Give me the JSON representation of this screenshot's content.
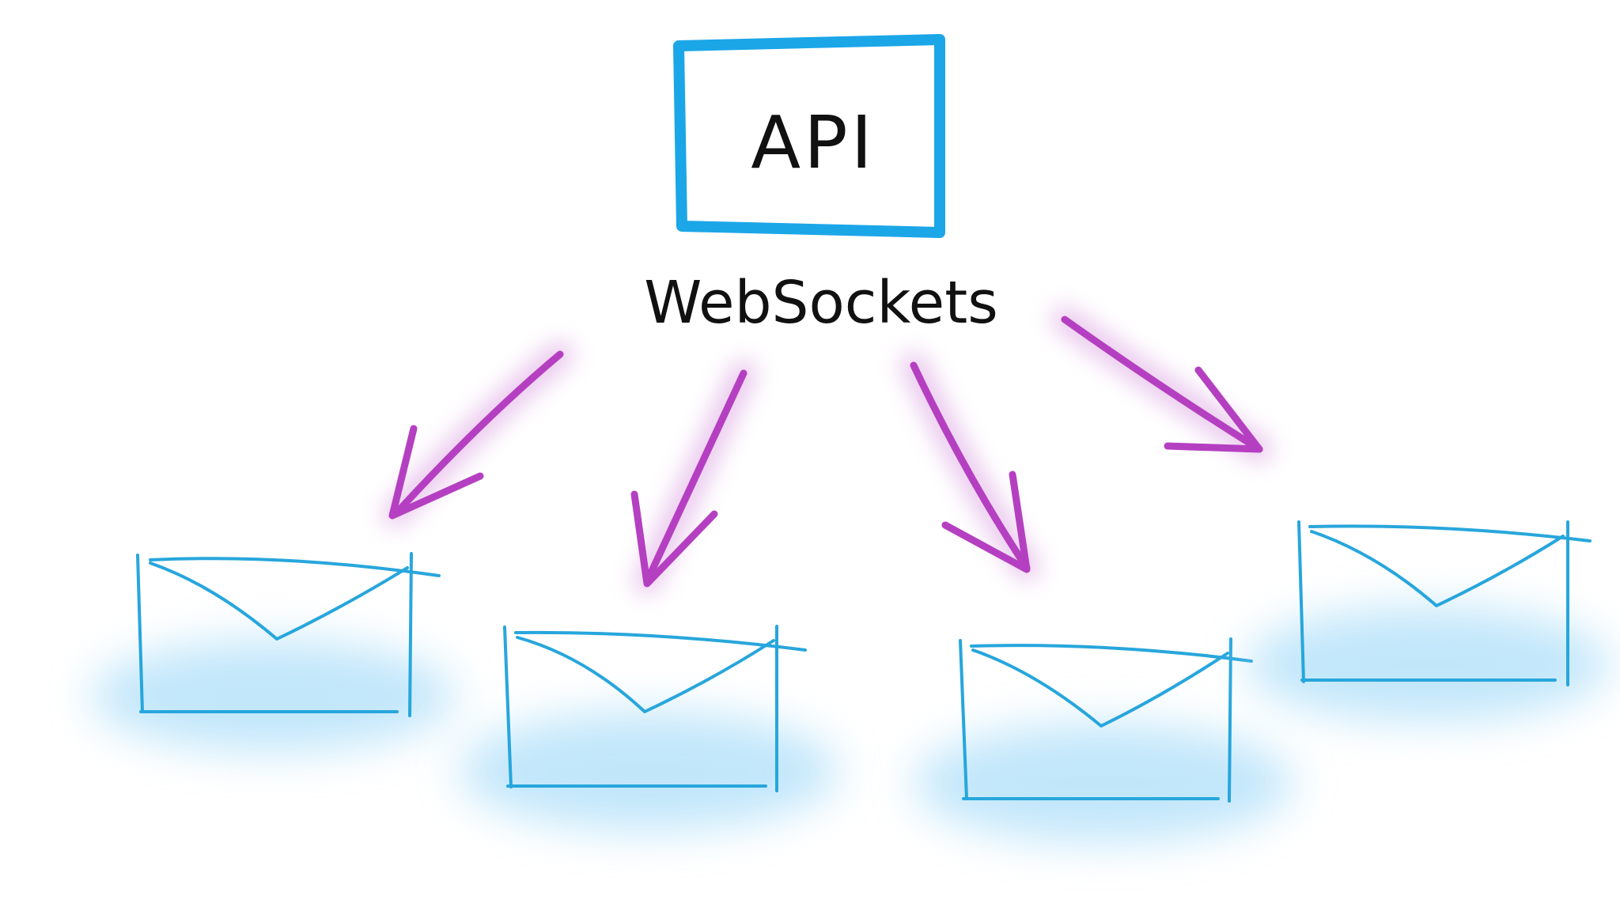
{
  "api_box": {
    "label": "API"
  },
  "protocol_label": "WebSockets",
  "client_count": 4,
  "colors": {
    "api_box_stroke": "#1ba6e8",
    "arrow": "#b53fc1",
    "arrow_glow": "#d99be0",
    "envelope_stroke": "#27a6dc",
    "envelope_glow": "#8fd3f7",
    "text": "#111111"
  },
  "icons": {
    "client": "envelope-icon",
    "connection": "arrow-icon"
  }
}
